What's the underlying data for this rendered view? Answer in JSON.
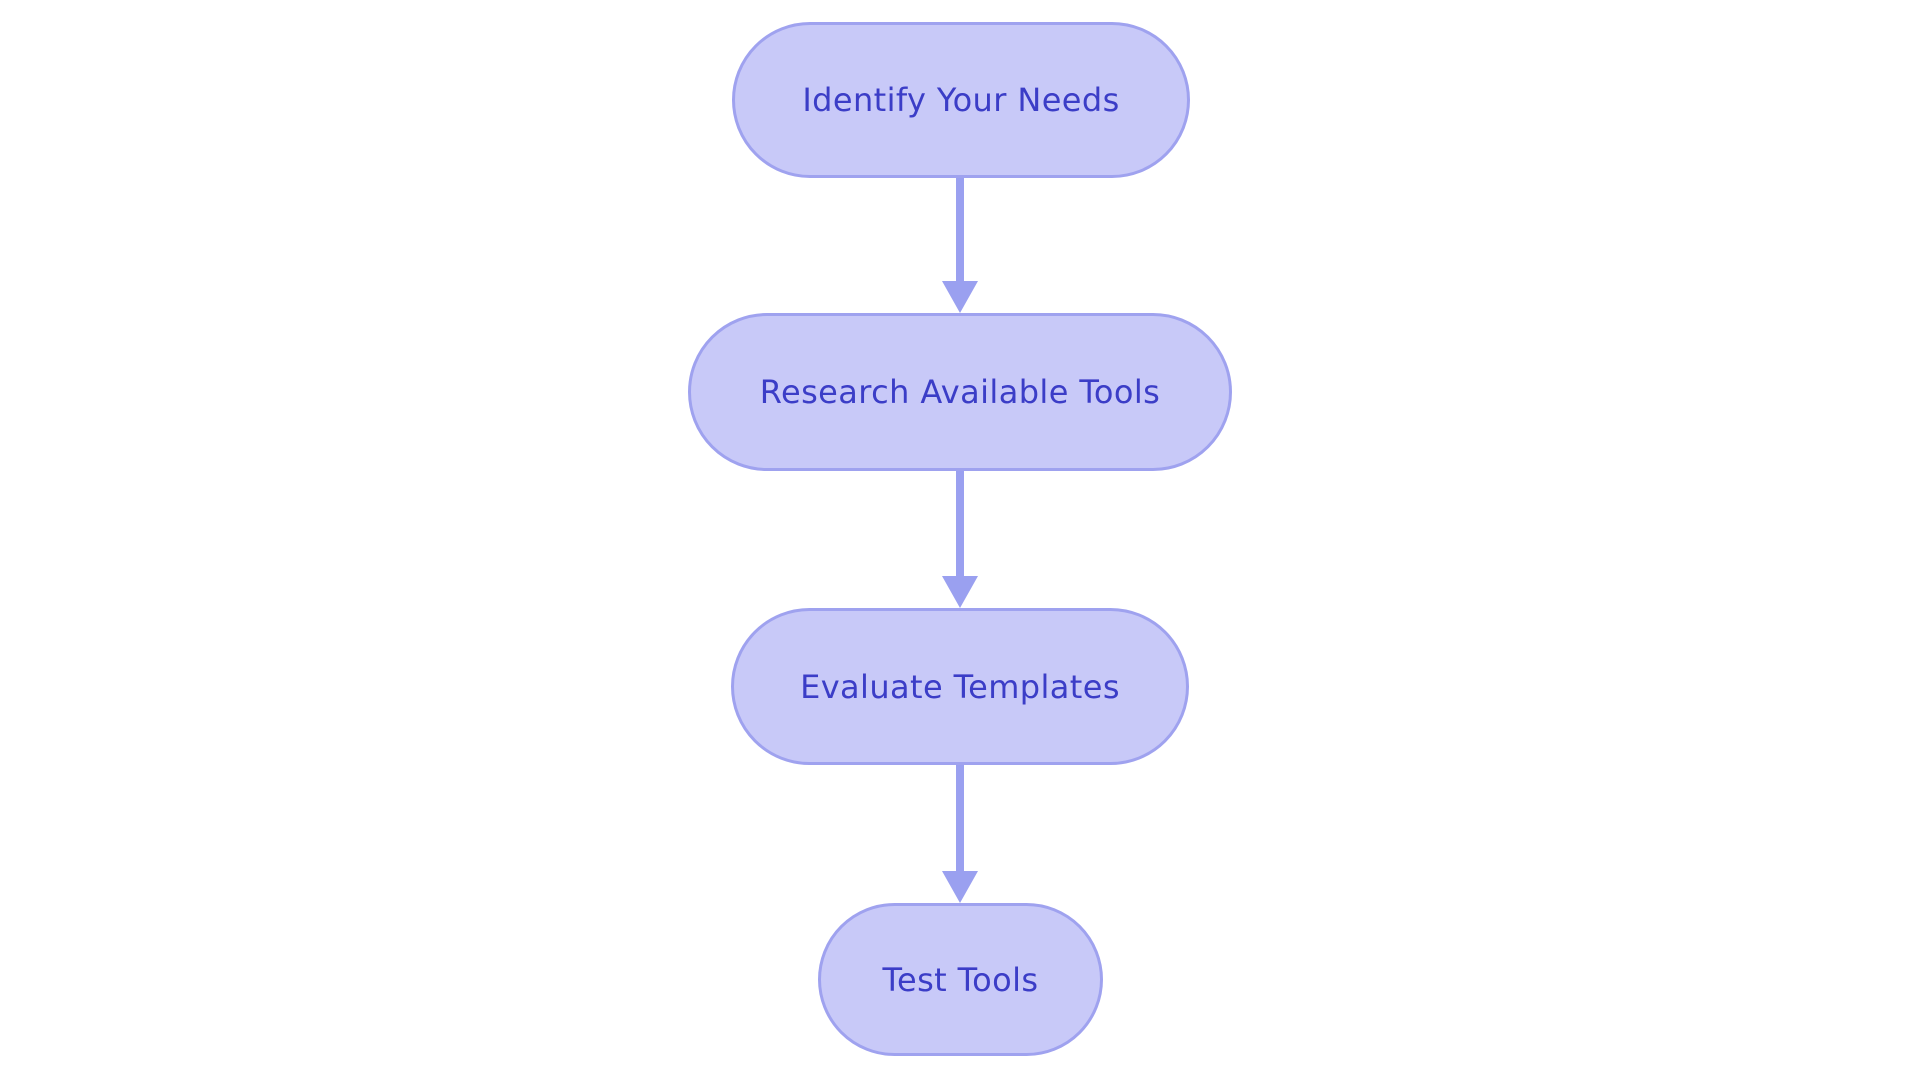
{
  "flowchart": {
    "nodes": [
      {
        "id": "identify-needs",
        "label": "Identify Your Needs"
      },
      {
        "id": "research-tools",
        "label": "Research Available Tools"
      },
      {
        "id": "evaluate-templates",
        "label": "Evaluate Templates"
      },
      {
        "id": "test-tools",
        "label": "Test Tools"
      }
    ],
    "connections": [
      {
        "from": "identify-needs",
        "to": "research-tools"
      },
      {
        "from": "research-tools",
        "to": "evaluate-templates"
      },
      {
        "from": "evaluate-templates",
        "to": "test-tools"
      }
    ]
  },
  "theme": {
    "canvas-bg": "#ffffff",
    "node-fill": "#c8c9f8",
    "node-border": "#9fa2ef",
    "node-text": "#3b3dc7",
    "arrow-color": "#9aa0f0"
  }
}
